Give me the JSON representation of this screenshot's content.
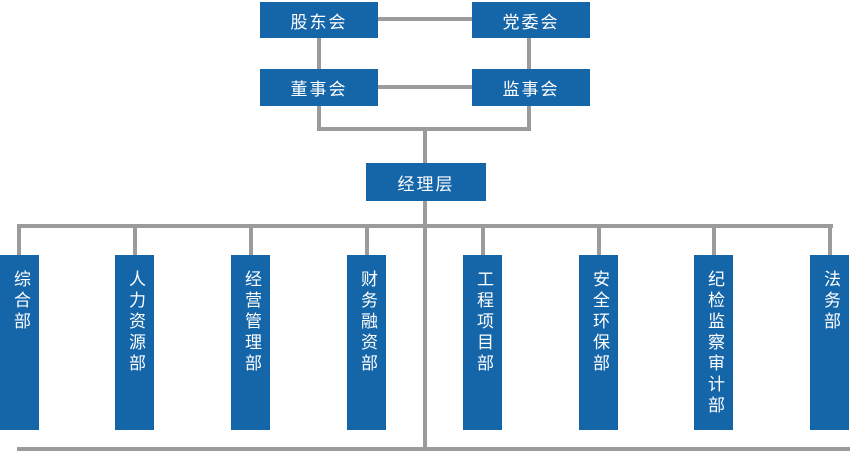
{
  "diagram": {
    "type": "org-chart",
    "nodes": {
      "shareholders": {
        "label": "股东会"
      },
      "party_committee": {
        "label": "党委会"
      },
      "board_of_directors": {
        "label": "董事会"
      },
      "supervisory_board": {
        "label": "监事会"
      },
      "management": {
        "label": "经理层"
      }
    },
    "departments": [
      {
        "label": "综合部"
      },
      {
        "label": "人力资源部"
      },
      {
        "label": "经营管理部"
      },
      {
        "label": "财务融资部"
      },
      {
        "label": "工程项目部"
      },
      {
        "label": "安全环保部"
      },
      {
        "label": "纪检监察审计部"
      },
      {
        "label": "法务部"
      }
    ],
    "colors": {
      "node_fill": "#1565A9",
      "connector": "#9B9B9B",
      "node_text": "#FFFFFF"
    }
  }
}
